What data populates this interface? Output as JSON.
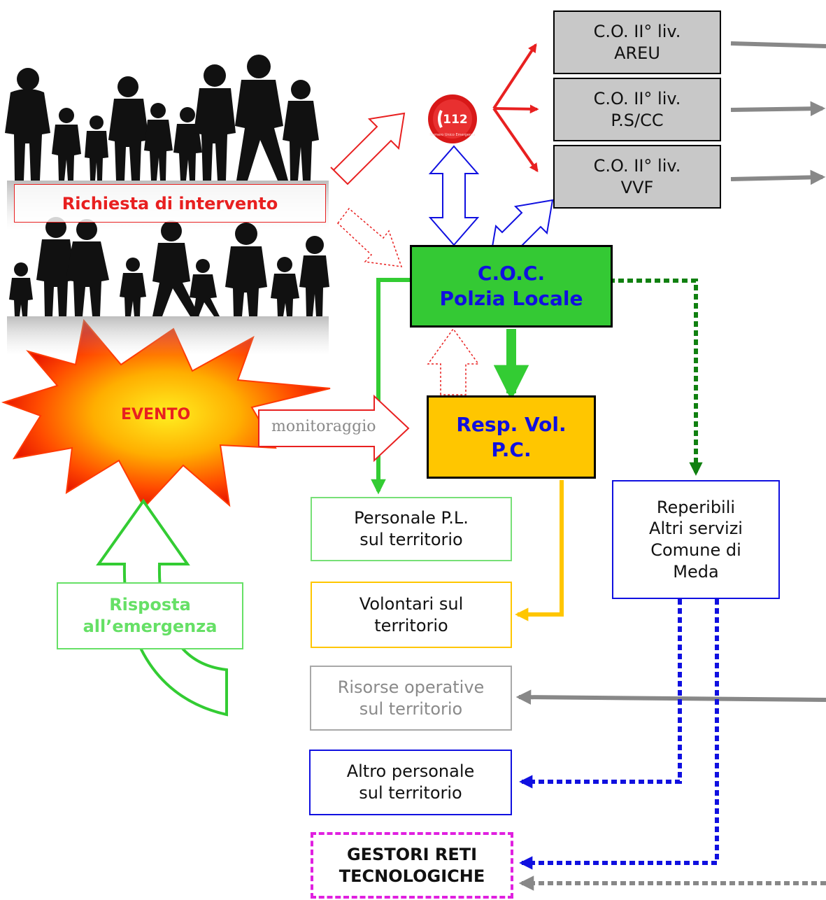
{
  "request": {
    "label": "Richiesta di intervento"
  },
  "event": {
    "label": "EVENTO"
  },
  "monitoring": {
    "label": "monitoraggio"
  },
  "response": {
    "line1": "Risposta",
    "line2": "all’emergenza"
  },
  "logo": {
    "number": "112",
    "caption": "Numero Unico Emergenza"
  },
  "centrali": [
    {
      "line1": "C.O. II° liv.",
      "line2": "AREU"
    },
    {
      "line1": "C.O. II° liv.",
      "line2": "P.S/CC"
    },
    {
      "line1": "C.O. II° liv.",
      "line2": "VVF"
    }
  ],
  "coc": {
    "line1": "C.O.C.",
    "line2": "Polzia Locale"
  },
  "resp_vol": {
    "line1": "Resp. Vol.",
    "line2": "P.C."
  },
  "outputs": {
    "personale_pl": {
      "line1": "Personale P.L.",
      "line2": "sul territorio"
    },
    "volontari": {
      "line1": "Volontari sul",
      "line2": "territorio"
    },
    "risorse": {
      "line1": "Risorse operative",
      "line2": "sul territorio"
    },
    "altro_personale": {
      "line1": "Altro personale",
      "line2": "sul territorio"
    },
    "gestori": {
      "line1": "GESTORI RETI",
      "line2": "TECNOLOGICHE"
    },
    "reperibili": {
      "line1": "Reperibili",
      "line2": "Altri servizi",
      "line3": "Comune di",
      "line4": "Meda"
    }
  },
  "colors": {
    "red": "#e82020",
    "blue": "#1010e0",
    "green": "#33cc33",
    "dark_green": "#108010",
    "orange": "#ffc600",
    "grey": "#888888",
    "magenta": "#e020e0",
    "coc_fill": "#34c934",
    "co_fill": "#c8c8c8",
    "light_green": "#66e066"
  }
}
